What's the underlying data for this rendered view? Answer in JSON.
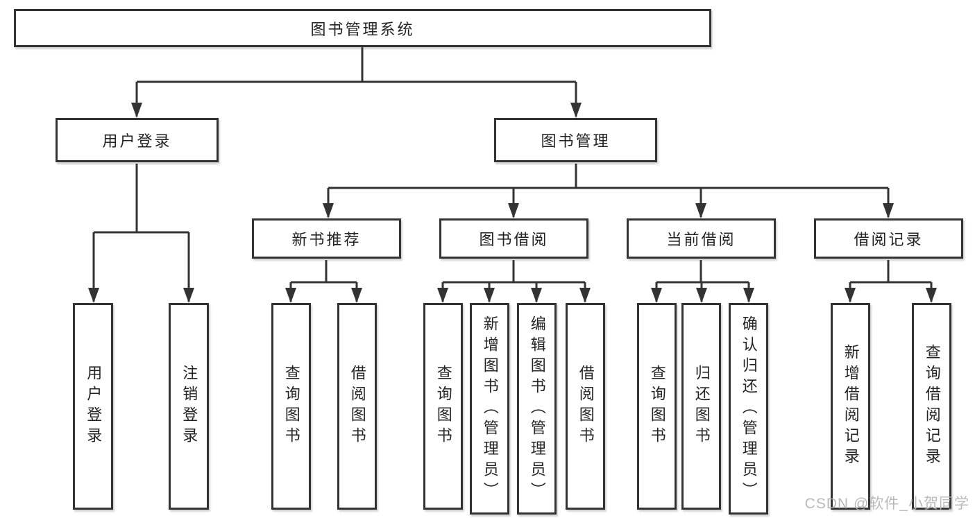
{
  "diagram": {
    "root": {
      "label": "图书管理系统"
    },
    "branches": [
      {
        "label": "用户登录",
        "children": [
          {
            "label": "用户登录"
          },
          {
            "label": "注销登录"
          }
        ]
      },
      {
        "label": "图书管理",
        "children": [
          {
            "label": "新书推荐",
            "children": [
              {
                "label": "查询图书"
              },
              {
                "label": "借阅图书"
              }
            ]
          },
          {
            "label": "图书借阅",
            "children": [
              {
                "label": "查询图书"
              },
              {
                "label": "新增图书（管理员）"
              },
              {
                "label": "编辑图书（管理员）"
              },
              {
                "label": "借阅图书"
              }
            ]
          },
          {
            "label": "当前借阅",
            "children": [
              {
                "label": "查询图书"
              },
              {
                "label": "归还图书"
              },
              {
                "label": "确认归还（管理员）"
              }
            ]
          },
          {
            "label": "借阅记录",
            "children": [
              {
                "label": "新增借阅记录"
              },
              {
                "label": "查询借阅记录"
              }
            ]
          }
        ]
      }
    ]
  },
  "watermark": {
    "text": "CSDN @软件_小贺同学"
  },
  "colors": {
    "background": "#ffffff",
    "line": "#333333",
    "box_border": "#333333",
    "text": "#232323",
    "watermark": "#b3b3b3"
  }
}
